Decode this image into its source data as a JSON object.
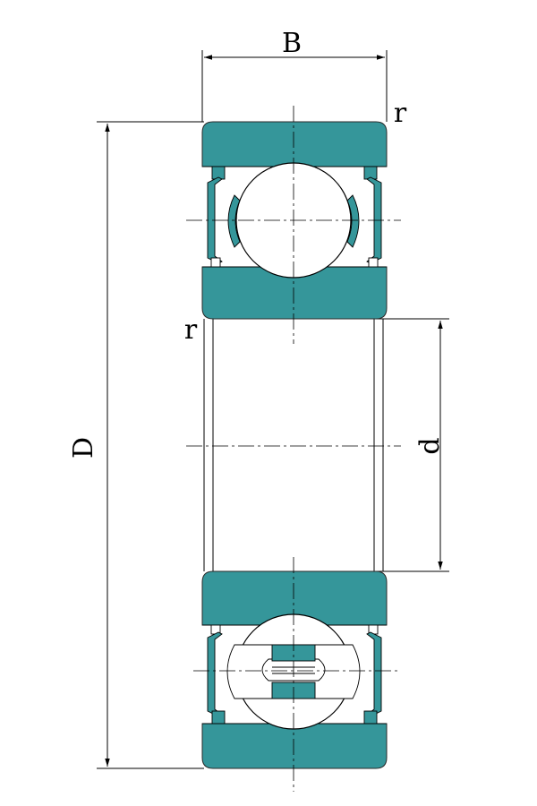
{
  "diagram": {
    "labels": {
      "width": "B",
      "outer_diameter": "D",
      "bore_diameter": "d",
      "chamfer_top": "r",
      "chamfer_bore": "r"
    },
    "colors": {
      "ring": "#35969A",
      "line": "#000000",
      "ball": "#ffffff"
    }
  }
}
